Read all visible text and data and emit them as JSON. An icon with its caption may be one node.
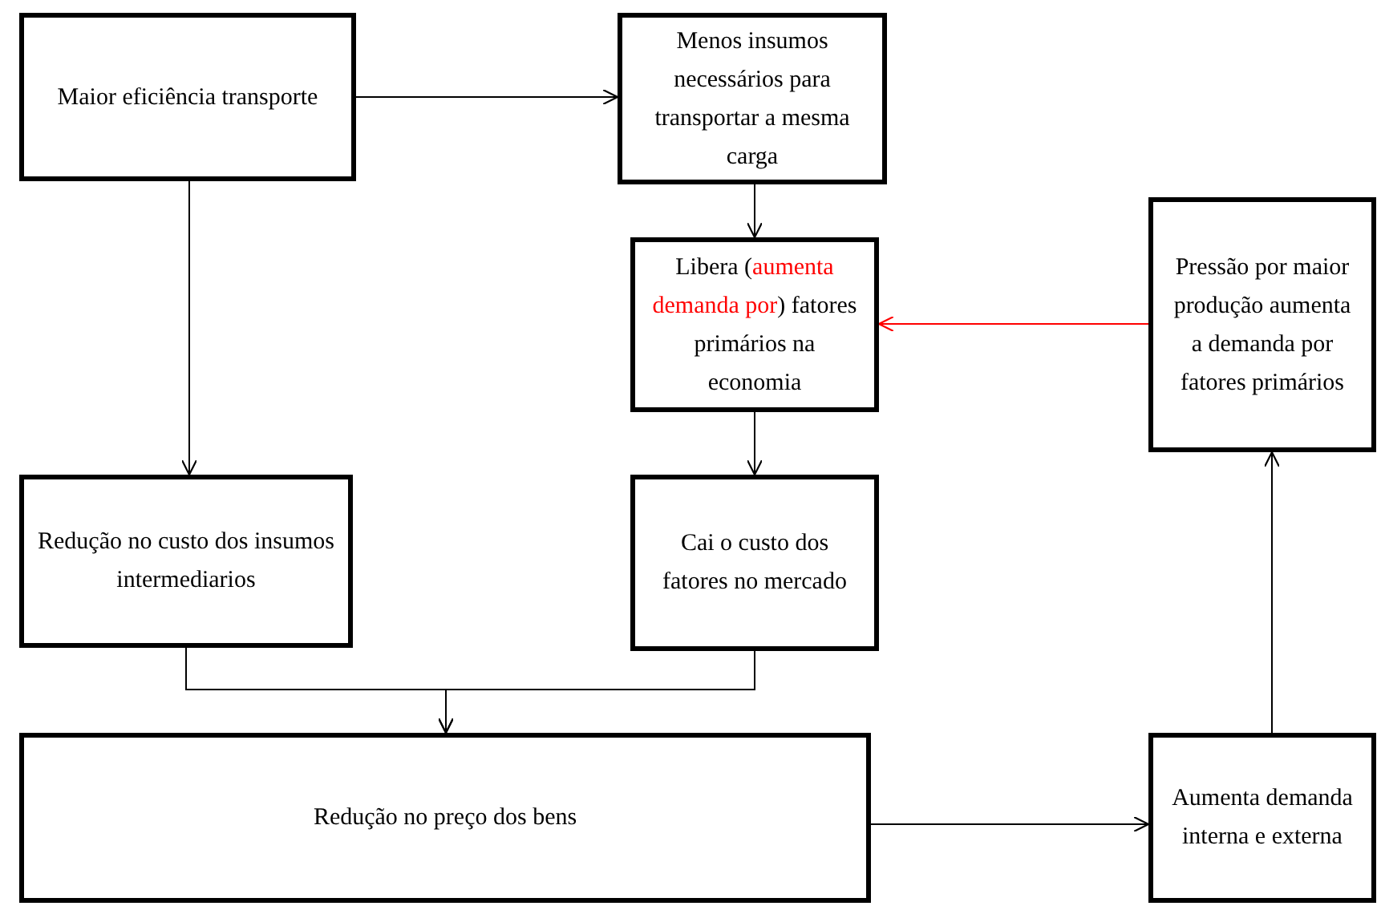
{
  "diagram": {
    "nodes": [
      {
        "text": [
          "Maior eficiência transporte"
        ]
      },
      {
        "text": [
          "Menos insumos necessários para transportar a mesma carga"
        ]
      },
      {
        "text": [
          "Libera (*aumenta demanda por*) fatores primários na economia"
        ]
      },
      {
        "text": [
          "Pressão por maior produção aumenta a demanda por fatores primários"
        ]
      },
      {
        "text": [
          "Redução no custo dos insumos intermediarios"
        ]
      },
      {
        "text": [
          "Cai o custo dos fatores no mercado"
        ]
      },
      {
        "text": [
          "Redução no preço dos bens"
        ]
      },
      {
        "text": [
          "Aumenta demanda interna e externa"
        ]
      }
    ],
    "edges": [
      {
        "from": 0,
        "to": 1,
        "arrow": "to"
      },
      {
        "from": 0,
        "to": 4,
        "arrow": "to"
      },
      {
        "from": 1,
        "to": 2,
        "arrow": "to"
      },
      {
        "from": 2,
        "to": 5,
        "arrow": "to"
      },
      {
        "from": 4,
        "to": 6,
        "arrow": "to"
      },
      {
        "from": 5,
        "to": 6,
        "arrow": "to"
      },
      {
        "from": 6,
        "to": 7,
        "arrow": "to"
      },
      {
        "from": 7,
        "to": 3,
        "arrow": "to"
      },
      {
        "from": 3,
        "to": 2,
        "arrow": "to",
        "color": "#ff0000"
      }
    ]
  }
}
